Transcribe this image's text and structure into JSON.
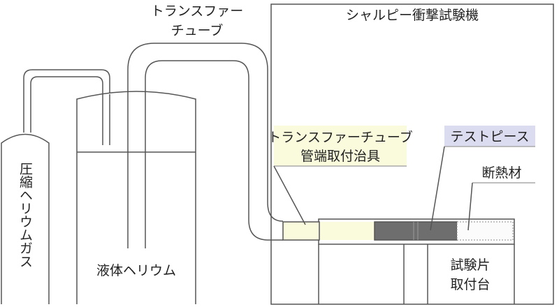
{
  "labels": {
    "transfer_tube_line1": "トランスファー",
    "transfer_tube_line2": "チューブ",
    "charpy_machine": "シャルピー衝撃試験機",
    "compressed_gas": "圧縮ヘリウムガス",
    "liquid_helium": "液体ヘリウム",
    "fixture_line1": "トランスファーチューブ",
    "fixture_line2": "管端取付治具",
    "test_piece": "テストピース",
    "insulation": "断熱材",
    "holder_line1": "試験片",
    "holder_line2": "取付台"
  },
  "colors": {
    "fixture_highlight": "#fafadc",
    "test_piece_highlight": "#dcdcf0",
    "test_piece_body": "#6e6e6e",
    "outline": "#555555"
  }
}
